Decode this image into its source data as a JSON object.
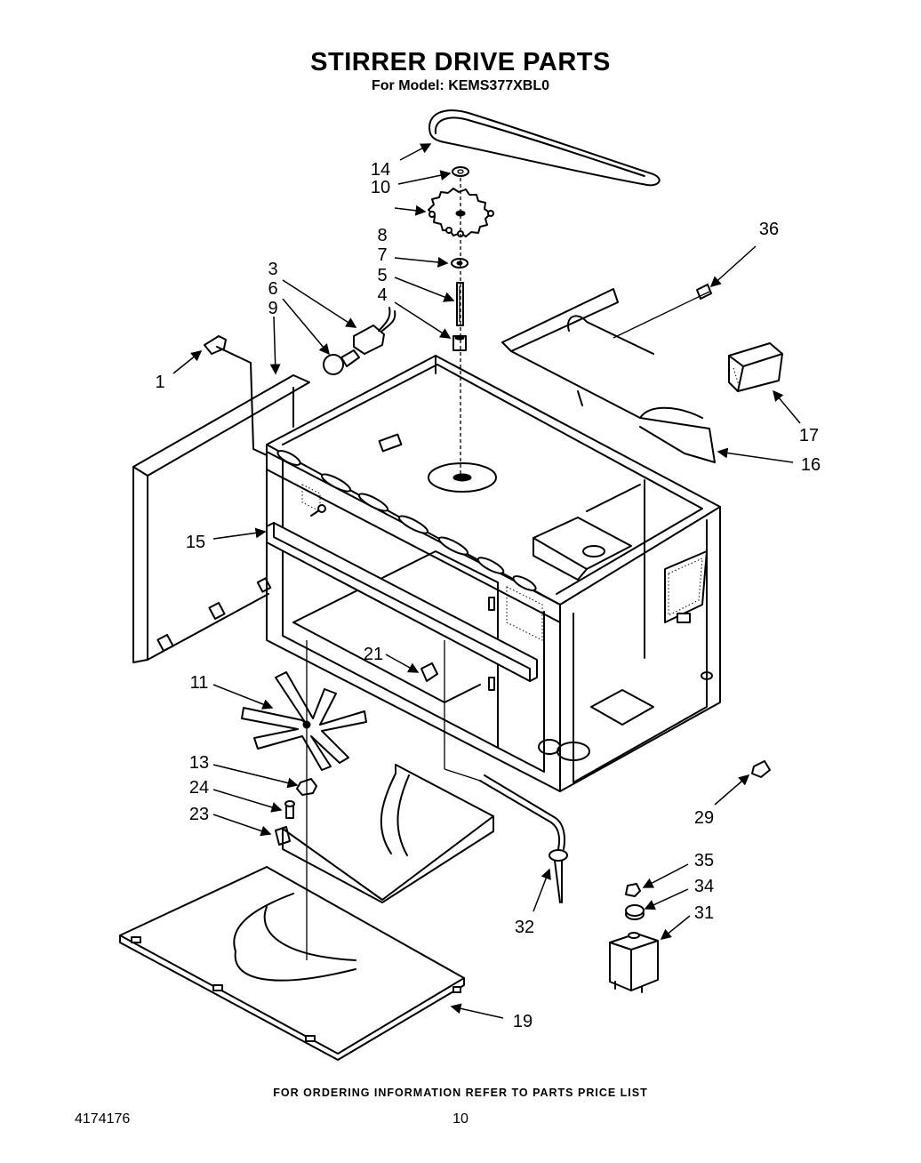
{
  "title": "STIRRER DRIVE PARTS",
  "subtitle": "For Model: KEMS377XBL0",
  "footer_note": "FOR ORDERING INFORMATION REFER TO PARTS PRICE LIST",
  "document_number": "4174176",
  "page_number": "10",
  "callouts": {
    "c1": "1",
    "c3": "3",
    "c4": "4",
    "c5": "5",
    "c6": "6",
    "c7": "7",
    "c8": "8",
    "c9": "9",
    "c10": "10",
    "c11": "11",
    "c13": "13",
    "c14": "14",
    "c15": "15",
    "c16": "16",
    "c17": "17",
    "c19": "19",
    "c21": "21",
    "c23": "23",
    "c24": "24",
    "c29": "29",
    "c31": "31",
    "c32": "32",
    "c34": "34",
    "c35": "35",
    "c36": "36"
  }
}
